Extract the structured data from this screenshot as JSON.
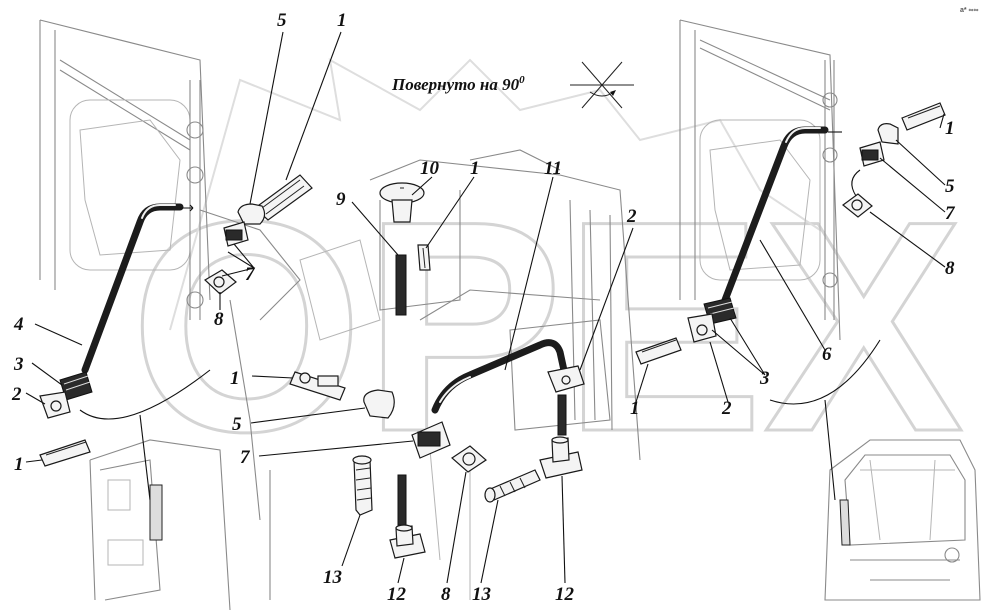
{
  "caption": "Повернуто на 90",
  "caption_superscript": "0",
  "watermark": "OPEX",
  "corner_mark": "a* ∞∞",
  "callouts": [
    {
      "id": "c1a",
      "text": "1"
    },
    {
      "id": "c5a",
      "text": "5"
    },
    {
      "id": "c10",
      "text": "10"
    },
    {
      "id": "c1b",
      "text": "1"
    },
    {
      "id": "c11",
      "text": "11"
    },
    {
      "id": "c9",
      "text": "9"
    },
    {
      "id": "c2a",
      "text": "2"
    },
    {
      "id": "c7a",
      "text": "7"
    },
    {
      "id": "c8a",
      "text": "8"
    },
    {
      "id": "c4",
      "text": "4"
    },
    {
      "id": "c3a",
      "text": "3"
    },
    {
      "id": "c2b",
      "text": "2"
    },
    {
      "id": "c1c",
      "text": "1"
    },
    {
      "id": "c1d",
      "text": "1"
    },
    {
      "id": "c5b",
      "text": "5"
    },
    {
      "id": "c7b",
      "text": "7"
    },
    {
      "id": "c13a",
      "text": "13"
    },
    {
      "id": "c12a",
      "text": "12"
    },
    {
      "id": "c8b",
      "text": "8"
    },
    {
      "id": "c13b",
      "text": "13"
    },
    {
      "id": "c12b",
      "text": "12"
    },
    {
      "id": "c1e",
      "text": "1"
    },
    {
      "id": "c5c",
      "text": "5"
    },
    {
      "id": "c7c",
      "text": "7"
    },
    {
      "id": "c8c",
      "text": "8"
    },
    {
      "id": "c6",
      "text": "6"
    },
    {
      "id": "c3b",
      "text": "3"
    },
    {
      "id": "c2c",
      "text": "2"
    },
    {
      "id": "c1f",
      "text": "1"
    }
  ]
}
